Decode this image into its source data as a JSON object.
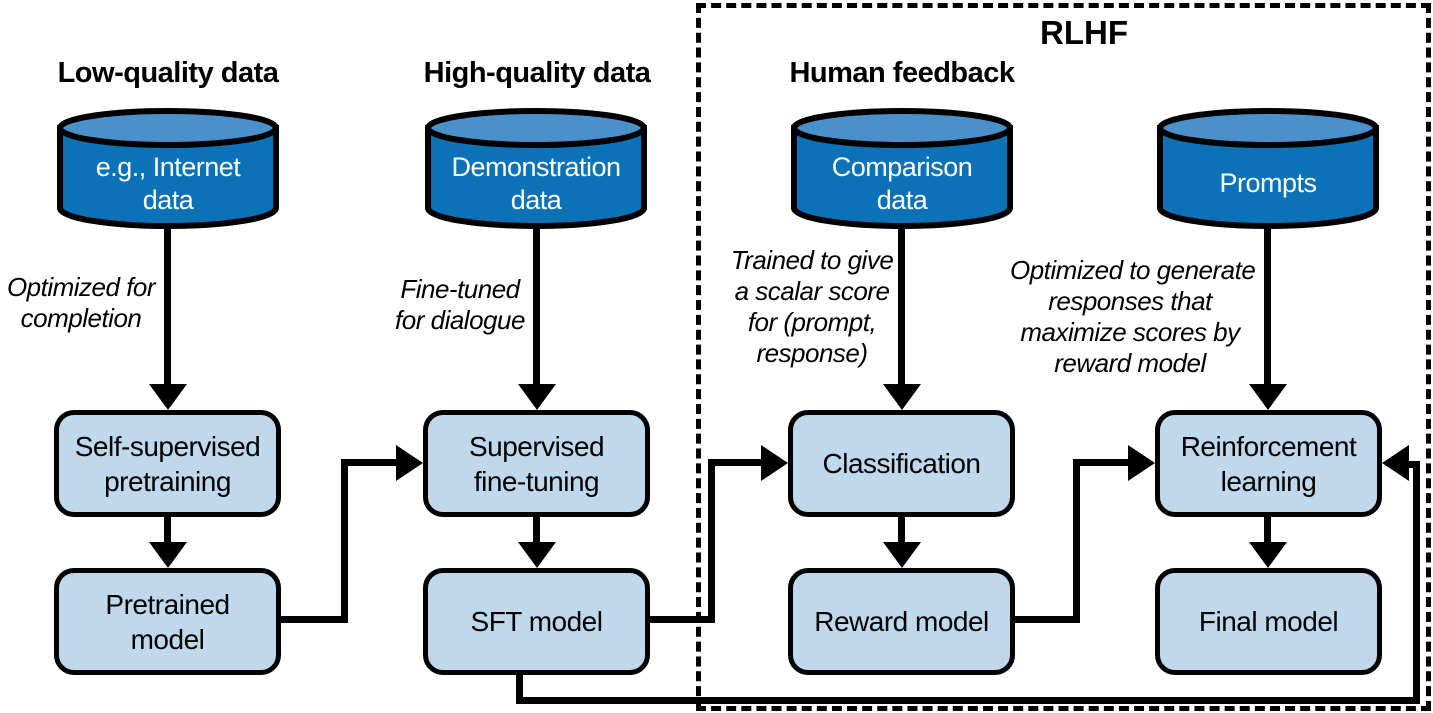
{
  "rlhf": {
    "label": "RLHF"
  },
  "columns": [
    {
      "heading": "Low-quality data",
      "cylinder_lines": [
        "e.g., Internet",
        "data"
      ],
      "note_lines": [
        "Optimized for",
        "completion"
      ],
      "box1_lines": [
        "Self-supervised",
        "pretraining"
      ],
      "box2_lines": [
        "Pretrained",
        "model"
      ]
    },
    {
      "heading": "High-quality data",
      "cylinder_lines": [
        "Demonstration",
        "data"
      ],
      "note_lines": [
        "Fine-tuned",
        "for dialogue"
      ],
      "box1_lines": [
        "Supervised",
        "fine-tuning"
      ],
      "box2_lines": [
        "SFT model"
      ]
    },
    {
      "heading": "Human feedback",
      "cylinder_lines": [
        "Comparison",
        "data"
      ],
      "note_lines": [
        "Trained to give",
        "a scalar score",
        "for (prompt,",
        "response)"
      ],
      "box1_lines": [
        "Classification"
      ],
      "box2_lines": [
        "Reward model"
      ]
    },
    {
      "heading": "",
      "cylinder_lines": [
        "Prompts"
      ],
      "note_lines": [
        "Optimized to generate",
        "responses that",
        "maximize scores by",
        "reward model"
      ],
      "box1_lines": [
        "Reinforcement",
        "learning"
      ],
      "box2_lines": [
        "Final model"
      ]
    }
  ],
  "colors": {
    "cylinder_body": "#0b72b8",
    "cylinder_top": "#4a91cc",
    "box_fill": "#bfd8ec",
    "line": "#000000",
    "cylinder_text": "#ffffff"
  }
}
